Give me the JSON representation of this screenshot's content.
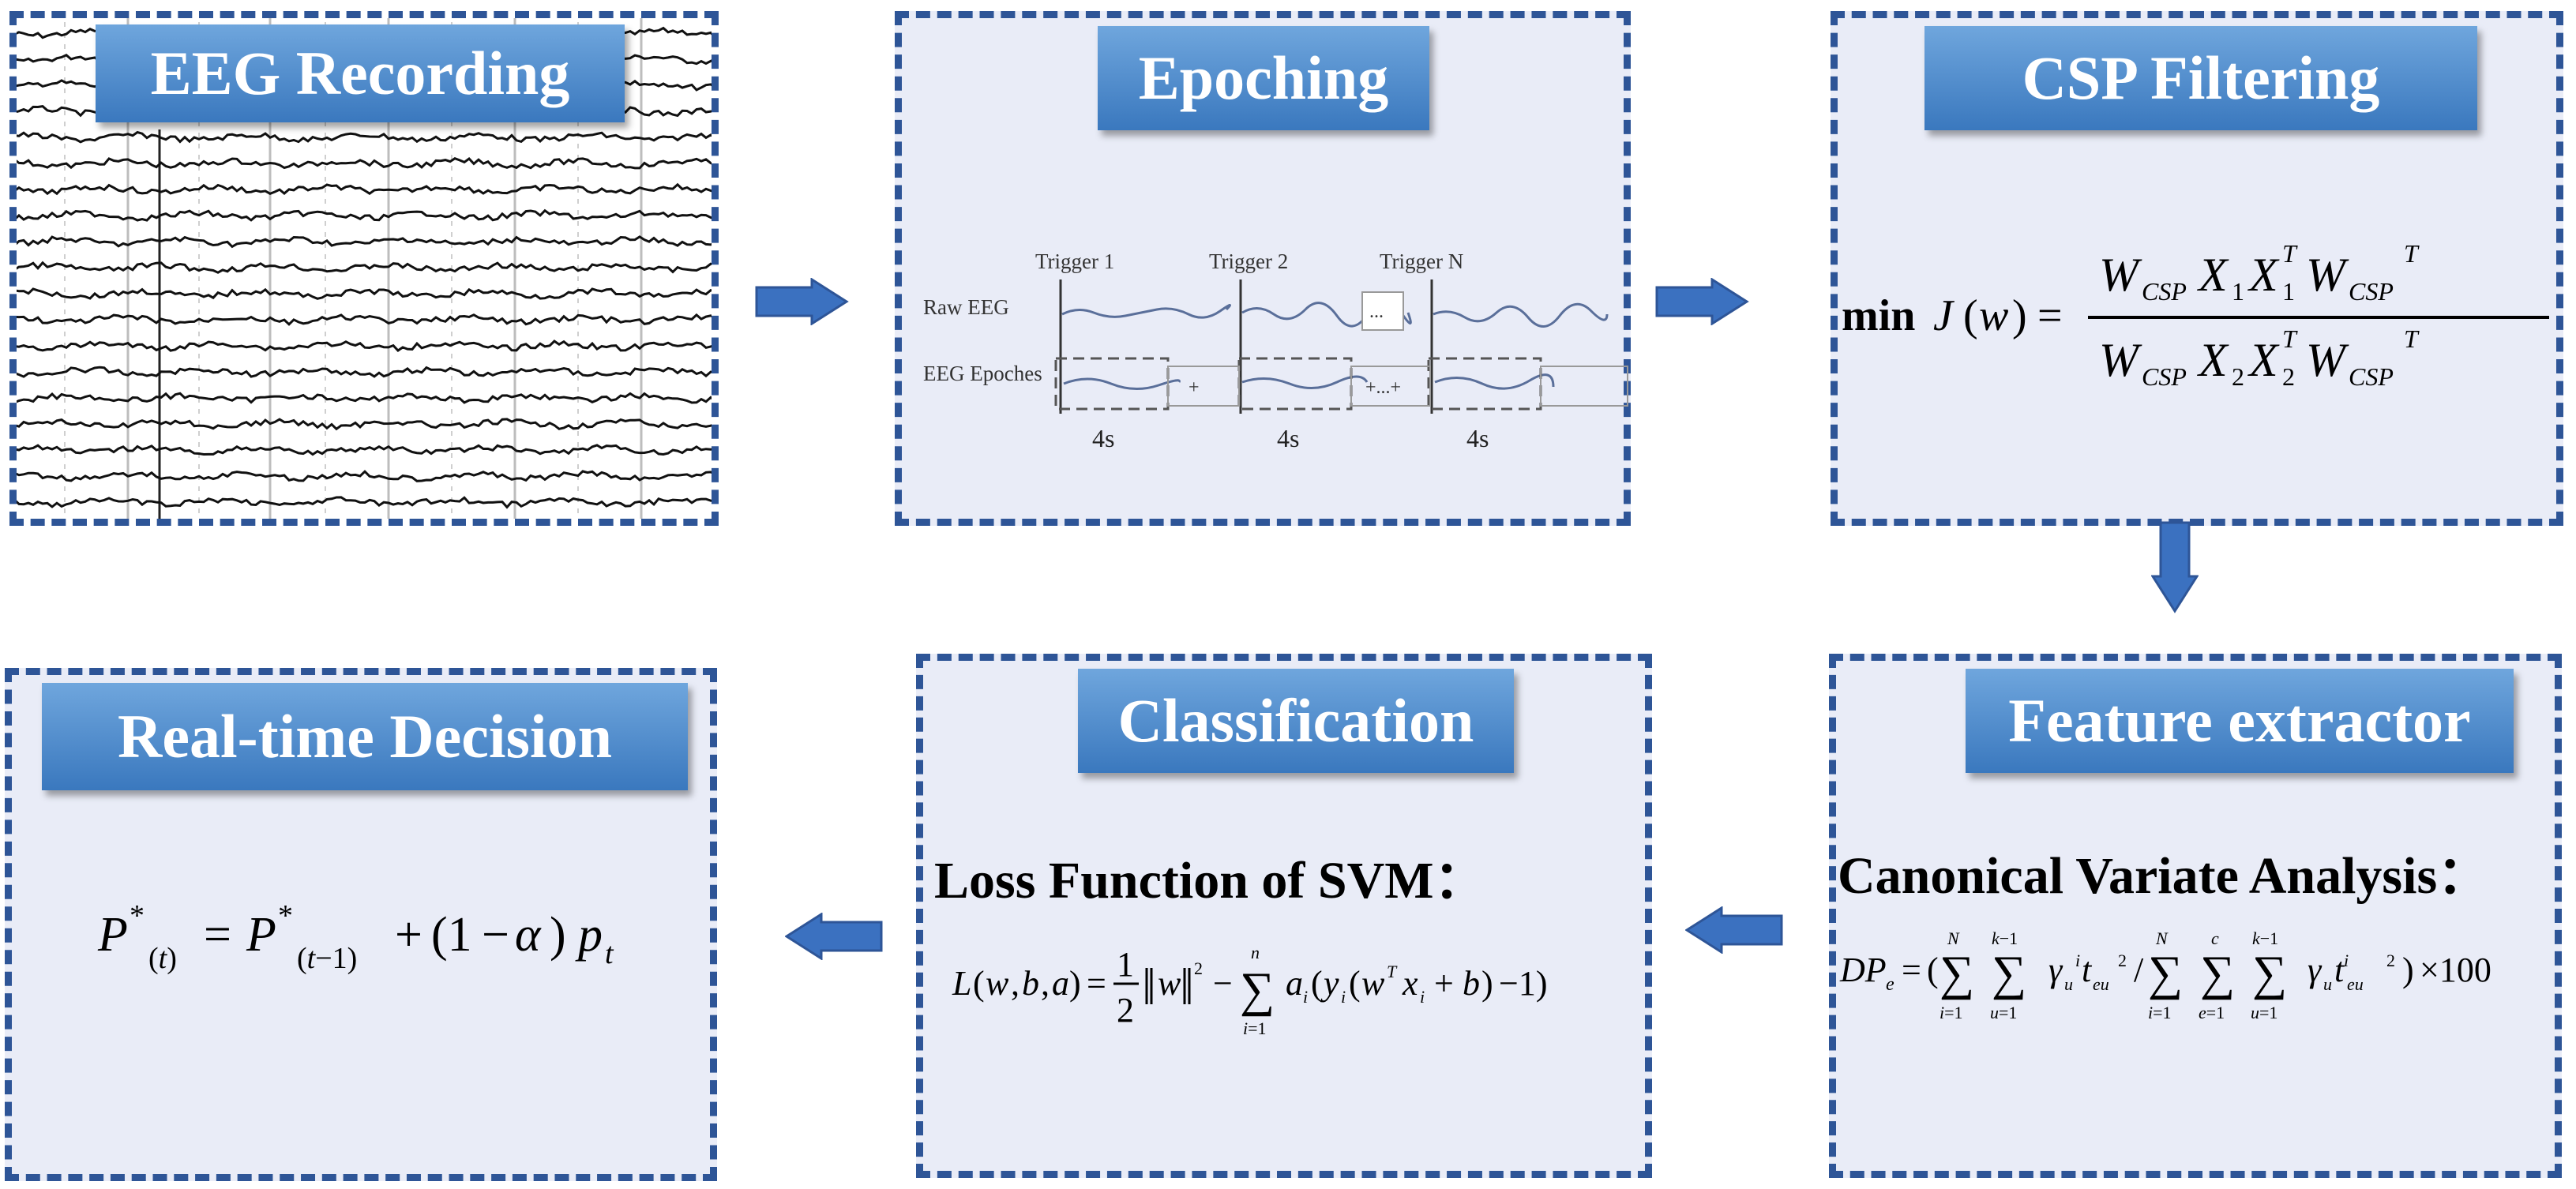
{
  "colors": {
    "panel_border": "#2E5597",
    "panel_fill": "#E9ECF7",
    "title_fill": "#4F8DD0",
    "arrow_fill": "#3B71C0"
  },
  "panels": {
    "eeg": {
      "title": "EEG Recording"
    },
    "epoching": {
      "title": "Epoching",
      "triggers": [
        "Trigger 1",
        "Trigger 2",
        "Trigger N"
      ],
      "rows": [
        "Raw EEG",
        "EEG Epoches"
      ],
      "ellipsis": "...",
      "plus": "+",
      "plus_more": "+...+",
      "durations": [
        "4s",
        "4s",
        "4s"
      ]
    },
    "csp": {
      "title": "CSP Filtering",
      "min_label": "min"
    },
    "feature": {
      "title": "Feature extractor",
      "subtitle": "Canonical Variate Analysis："
    },
    "classification": {
      "title": "Classification",
      "subtitle": "Loss Function of SVM："
    },
    "decision": {
      "title": "Real-time Decision"
    }
  },
  "flow": [
    "EEG Recording",
    "Epoching",
    "CSP Filtering",
    "Feature extractor",
    "Classification",
    "Real-time Decision"
  ],
  "icons": [
    "arrow-right-icon",
    "arrow-right-icon",
    "arrow-down-icon",
    "arrow-left-icon",
    "arrow-left-icon"
  ]
}
